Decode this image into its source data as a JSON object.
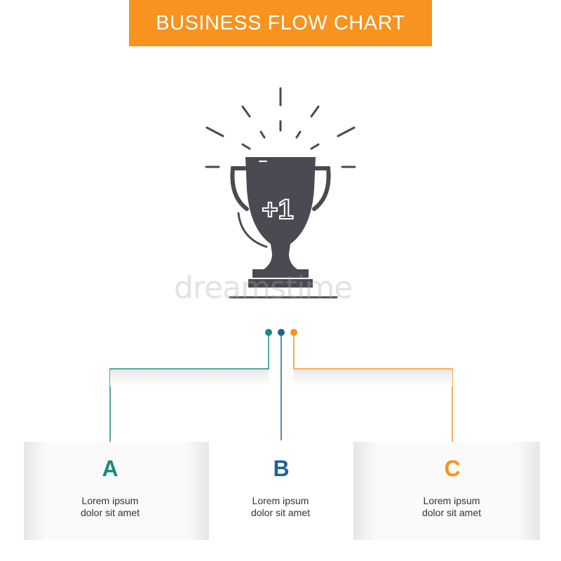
{
  "header": {
    "title": "BUSINESS FLOW CHART"
  },
  "icon": {
    "name": "trophy-plus-one-icon",
    "label": "+1"
  },
  "watermark": {
    "text": "dreamstime"
  },
  "steps": [
    {
      "letter": "A",
      "text": "Lorem ipsum\ndolor sit amet",
      "color": "#1a8a83"
    },
    {
      "letter": "B",
      "text": "Lorem ipsum\ndolor sit amet",
      "color": "#1f6396"
    },
    {
      "letter": "C",
      "text": "Lorem ipsum\ndolor sit amet",
      "color": "#f7931e"
    }
  ],
  "colors": {
    "icon": "#4a4a52",
    "header": "#f7931e"
  }
}
